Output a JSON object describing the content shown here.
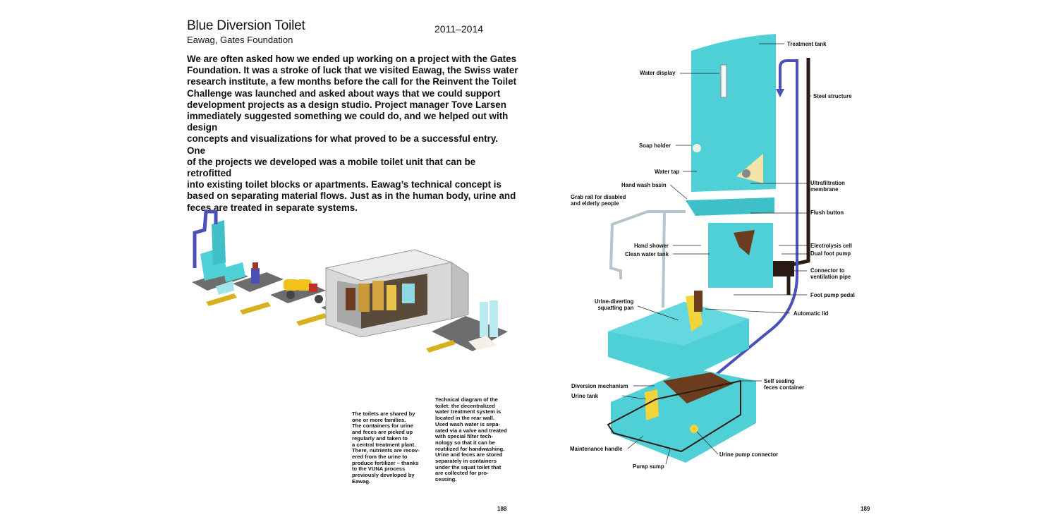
{
  "left_page": {
    "title": "Blue Diversion Toilet",
    "subtitle": "Eawag, Gates Foundation",
    "years": "2011–2014",
    "body": "We are often asked how we ended up working on a project with the Gates\nFoundation. It was a stroke of luck that we visited Eawag, the Swiss water\nresearch institute, a few months before the call for the Reinvent the Toilet\nChallenge was launched and asked about ways that we could support\ndevelopment projects as a design studio. Project manager Tove Larsen\nimmediately suggested something we could do, and we helped out with design\nconcepts and visualizations for what proved to be a successful entry. One\nof the projects we developed was a mobile toilet unit that can be retrofitted\ninto existing toilet blocks or apartments. Eawag’s technical concept is\nbased on separating material flows. Just as in the human body, urine and\nfeces are treated in separate systems.",
    "caption_left": "The toilets are shared by\none or more families.\nThe containers for urine\nand feces are picked up\nregularly and taken to\na central treatment plant.\nThere, nutrients are recov-\nered from the urine to\nproduce fertilizer – thanks\nto the VUNA process\npreviously developed by\nEawag.",
    "caption_right": "Technical diagram of the\ntoilet: the decentralized\nwater treatment system is\nlocated in the rear wall.\nUsed wash water is sepa-\nrated via a valve and treated\nwith special filter tech-\nnology so that it can be\n reutilized for handwashing.\nUrine and feces are stored\nseparately in containers\nunder the squat toilet that\nare collected for pro-\ncessing.",
    "page_number": "188"
  },
  "right_page": {
    "page_number": "189",
    "labels": {
      "treatment_tank": "Treatment tank",
      "water_display": "Water display",
      "steel_structure": "Steel structure",
      "soap_holder": "Soap holder",
      "water_tap": "Water tap",
      "ultrafiltration": "Ultrafiltration\nmembrane",
      "hand_wash_basin": "Hand wash basin",
      "grab_rail": "Grab rail for disabled\nand elderly people",
      "flush_button": "Flush button",
      "hand_shower": "Hand shower",
      "clean_water_tank": "Clean water tank",
      "electrolysis_cell": "Electrolysis cell",
      "dual_foot_pump": "Dual foot pump",
      "connector": "Connector to\nventilation pipe",
      "foot_pump_pedal": "Foot pump pedal",
      "squatting_pan": "Urine-diverting\nsquatting pan",
      "automatic_lid": "Automatic lid",
      "diversion_mechanism": "Diversion mechanism",
      "urine_tank": "Urine tank",
      "self_sealing": "Self sealing\nfeces container",
      "maintenance_handle": "Maintenance handle",
      "urine_pump_connector": "Urine pump connector",
      "pump_sump": "Pump sump"
    }
  },
  "colors": {
    "turquoise": "#4fcfd6",
    "turquoise_dark": "#2fb3bb",
    "pipe_blue": "#4b4fb8",
    "yellow": "#f2d33a",
    "brown": "#6b3d1e",
    "steel": "#2a1a14"
  }
}
